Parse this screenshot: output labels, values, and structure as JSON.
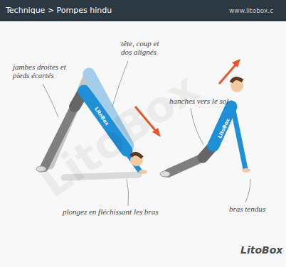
{
  "diagram": {
    "title": "Technique > Pompes hindu",
    "labels": [
      "www.litobox.c",
      "jambes droites et pieds écartés",
      "tête, coup et dos alignés",
      "hanches vers le sol",
      "plongez en fléchissant les bras",
      "bras tendus",
      "LitoBox",
      "LitoBox",
      "LitoBox",
      "LitoBox"
    ]
  }
}
